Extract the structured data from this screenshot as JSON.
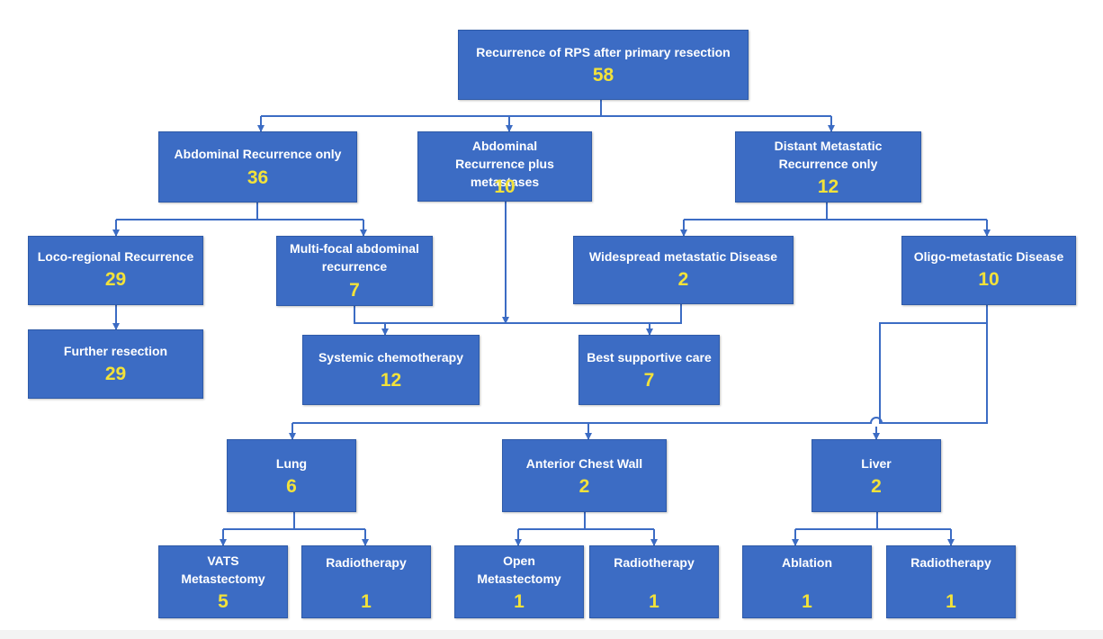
{
  "nodes": {
    "root": {
      "label": "Recurrence of RPS after primary resection",
      "value": "58"
    },
    "abd_only": {
      "label": "Abdominal Recurrence only",
      "value": "36"
    },
    "abd_mets": {
      "label": "Abdominal Recurrence plus metastases",
      "value": "10"
    },
    "distant": {
      "label": "Distant Metastatic Recurrence only",
      "value": "12"
    },
    "loco": {
      "label": "Loco-regional Recurrence",
      "value": "29"
    },
    "multifocal": {
      "label": "Multi-focal abdominal recurrence",
      "value": "7"
    },
    "widespread": {
      "label": "Widespread metastatic Disease",
      "value": "2"
    },
    "oligo": {
      "label": "Oligo-metastatic Disease",
      "value": "10"
    },
    "further": {
      "label": "Further resection",
      "value": "29"
    },
    "chemo": {
      "label": "Systemic chemotherapy",
      "value": "12"
    },
    "bsc": {
      "label": "Best supportive care",
      "value": "7"
    },
    "lung": {
      "label": "Lung",
      "value": "6"
    },
    "chest": {
      "label": "Anterior Chest Wall",
      "value": "2"
    },
    "liver": {
      "label": "Liver",
      "value": "2"
    },
    "vats": {
      "label": "VATS Metastectomy",
      "value": "5"
    },
    "lung_rt": {
      "label": "Radiotherapy",
      "value": "1"
    },
    "open": {
      "label": "Open Metastectomy",
      "value": "1"
    },
    "chest_rt": {
      "label": "Radiotherapy",
      "value": "1"
    },
    "ablation": {
      "label": "Ablation",
      "value": "1"
    },
    "liver_rt": {
      "label": "Radiotherapy",
      "value": "1"
    }
  },
  "colors": {
    "box_fill": "#3c6cc4",
    "connector": "#3c6cc4",
    "label_text": "#ffffff",
    "value_text": "#f2e23a"
  }
}
